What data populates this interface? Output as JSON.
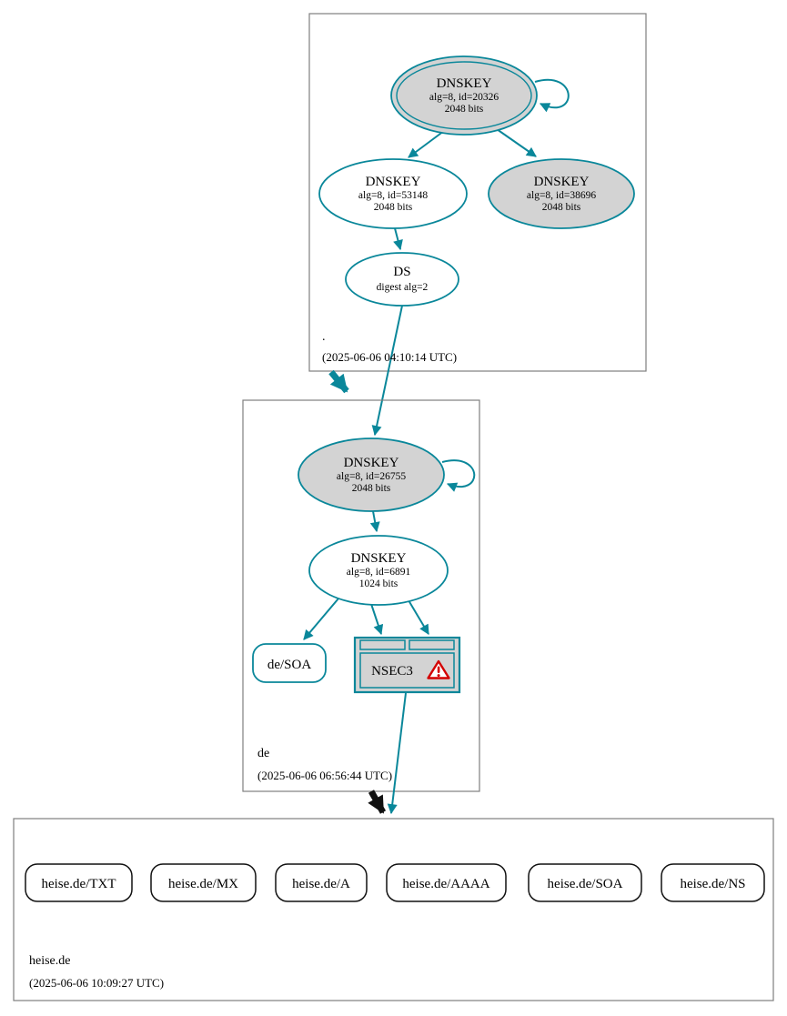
{
  "zones": {
    "root": {
      "name": ".",
      "timestamp": "(2025-06-06 04:10:14 UTC)"
    },
    "de": {
      "name": "de",
      "timestamp": "(2025-06-06 06:56:44 UTC)"
    },
    "heise": {
      "name": "heise.de",
      "timestamp": "(2025-06-06 10:09:27 UTC)"
    }
  },
  "nodes": {
    "root_ksk": {
      "type": "DNSKEY",
      "alg": "alg=8, id=20326",
      "bits": "2048 bits"
    },
    "root_zsk": {
      "type": "DNSKEY",
      "alg": "alg=8, id=53148",
      "bits": "2048 bits"
    },
    "root_key38696": {
      "type": "DNSKEY",
      "alg": "alg=8, id=38696",
      "bits": "2048 bits"
    },
    "root_ds": {
      "type": "DS",
      "digest": "digest alg=2"
    },
    "de_ksk": {
      "type": "DNSKEY",
      "alg": "alg=8, id=26755",
      "bits": "2048 bits"
    },
    "de_zsk": {
      "type": "DNSKEY",
      "alg": "alg=8, id=6891",
      "bits": "1024 bits"
    },
    "de_soa": {
      "label": "de/SOA"
    },
    "de_nsec3": {
      "label": "NSEC3"
    }
  },
  "rrsets": [
    {
      "label": "heise.de/TXT"
    },
    {
      "label": "heise.de/MX"
    },
    {
      "label": "heise.de/A"
    },
    {
      "label": "heise.de/AAAA"
    },
    {
      "label": "heise.de/SOA"
    },
    {
      "label": "heise.de/NS"
    }
  ],
  "colors": {
    "secure_teal": "#0a879a",
    "node_fill_gray": "#d3d3d3",
    "warning_red": "#d40000",
    "delegation_black": "#111111"
  }
}
